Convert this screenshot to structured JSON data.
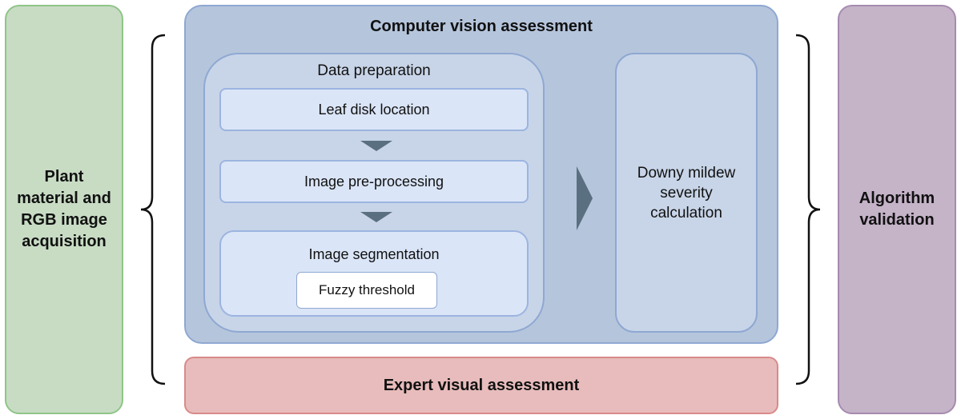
{
  "left_block": {
    "label": "Plant material and RGB image acquisition"
  },
  "right_block": {
    "label": "Algorithm validation"
  },
  "computer_vision": {
    "title": "Computer vision assessment",
    "data_preparation": {
      "title": "Data preparation",
      "steps": [
        {
          "label": "Leaf disk location"
        },
        {
          "label": "Image pre-processing"
        },
        {
          "label": "Image segmentation",
          "sub_label": "Fuzzy threshold"
        }
      ]
    },
    "result": {
      "label": "Downy mildew severity calculation"
    }
  },
  "expert": {
    "label": "Expert visual assessment"
  },
  "colors": {
    "plant_fill": "#c8dcc4",
    "algorithm_fill": "#c5b3c8",
    "computer_vision_fill": "#b5c5dc",
    "expert_fill": "#e8bcbc",
    "arrow": "#5a6f80"
  }
}
